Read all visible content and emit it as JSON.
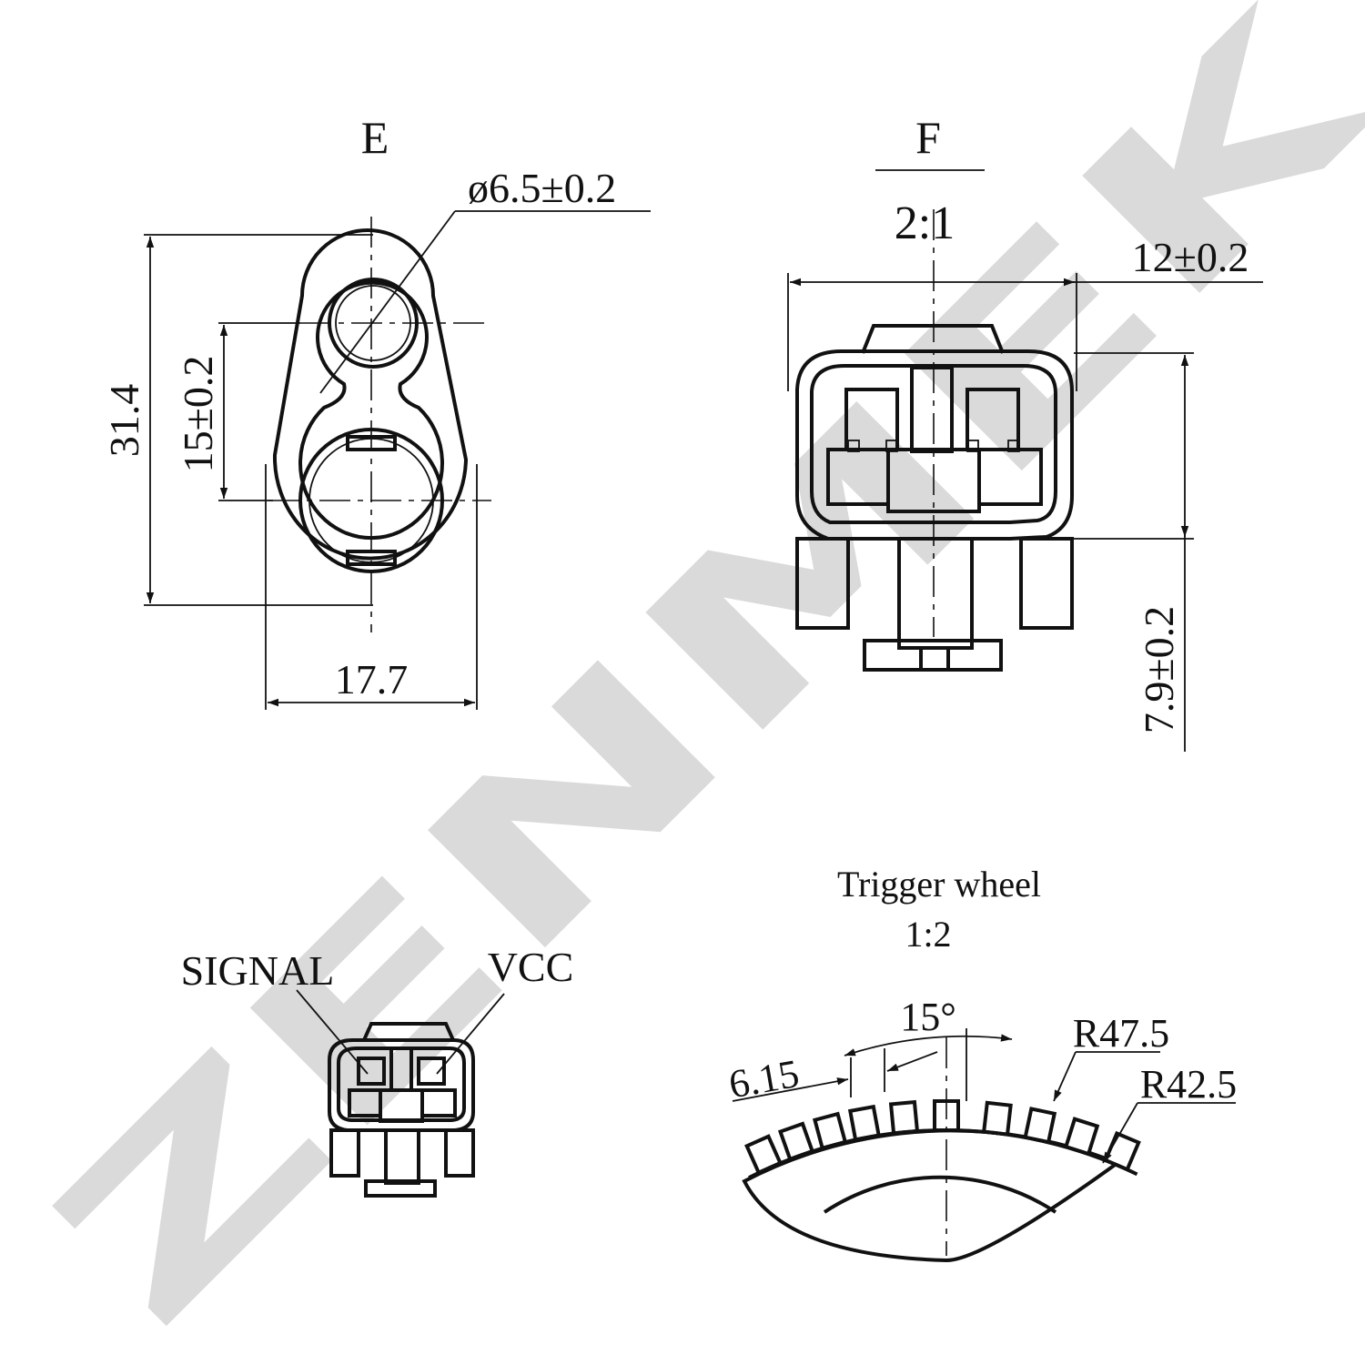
{
  "watermark": {
    "text": "ZENMEK",
    "color": "#d9d9d9"
  },
  "view_e": {
    "title": "E",
    "hole_diameter": "ø6.5±0.2",
    "height": "31.4",
    "center_distance": "15±0.2",
    "width": "17.7"
  },
  "view_f": {
    "title": "F",
    "scale": "2:1",
    "width": "12±0.2",
    "height": "7.9±0.2"
  },
  "pinout": {
    "signal_label": "SIGNAL",
    "vcc_label": "VCC"
  },
  "trigger_wheel": {
    "title": "Trigger wheel",
    "scale": "1:2",
    "angle": "15°",
    "tooth_width": "6.15",
    "outer_radius": "R47.5",
    "inner_radius": "R42.5"
  }
}
